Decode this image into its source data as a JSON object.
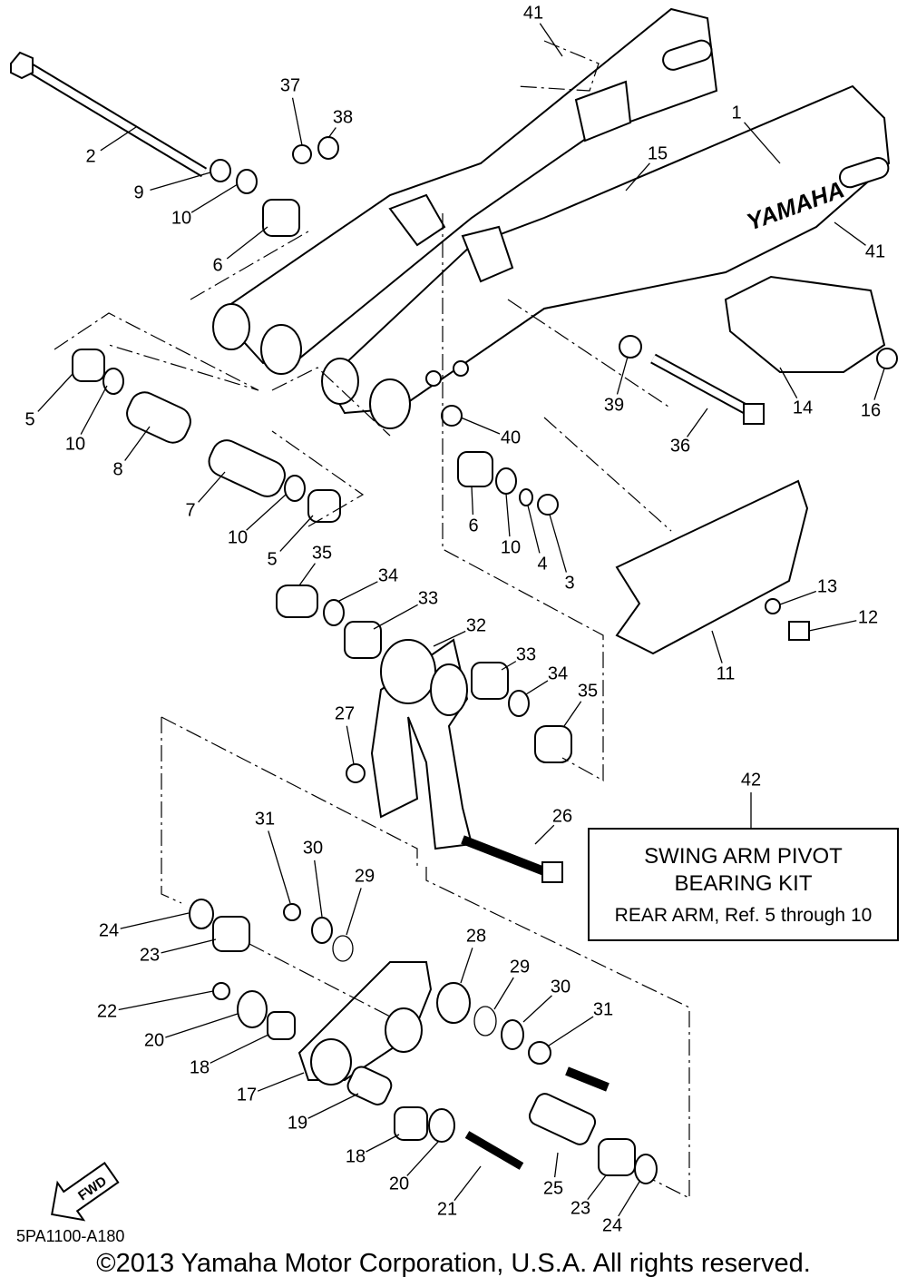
{
  "diagram": {
    "callouts": [
      "41",
      "37",
      "38",
      "1",
      "15",
      "2",
      "9",
      "10",
      "6",
      "41",
      "5",
      "10",
      "8",
      "39",
      "14",
      "16",
      "40",
      "36",
      "7",
      "10",
      "5",
      "6",
      "10",
      "4",
      "3",
      "35",
      "34",
      "33",
      "32",
      "13",
      "12",
      "11",
      "33",
      "34",
      "35",
      "27",
      "42",
      "31",
      "30",
      "29",
      "26",
      "24",
      "23",
      "28",
      "29",
      "30",
      "31",
      "22",
      "20",
      "18",
      "17",
      "19",
      "18",
      "20",
      "21",
      "25",
      "23",
      "24"
    ],
    "brand_mark": "YAMAHA",
    "fwd_label": "FWD",
    "kit_box": {
      "line1": "SWING ARM PIVOT",
      "line2": "BEARING KIT",
      "line3": "REAR ARM, Ref. 5 through 10"
    },
    "diagram_code": "5PA1100-A180",
    "copyright": "©2013 Yamaha Motor Corporation, U.S.A. All rights reserved."
  }
}
